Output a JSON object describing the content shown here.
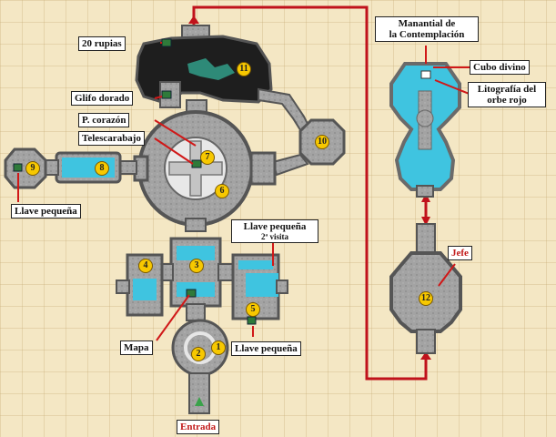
{
  "labels": {
    "rupias": "20 rupias",
    "glifo": "Glifo dorado",
    "corazon": "P. corazón",
    "telescarabajo": "Telescarabajo",
    "llave_izq": "Llave pequeña",
    "llave_der_top": "Llave pequeña",
    "llave_der_sub": "2ª visita",
    "mapa": "Mapa",
    "llave_inf": "Llave pequeña",
    "entrada": "Entrada",
    "manantial_1": "Manantial de",
    "manantial_2": "la Contemplación",
    "cubo": "Cubo divino",
    "litografia_1": "Litografía del",
    "litografia_2": "orbe rojo",
    "jefe": "Jefe"
  },
  "rooms": [
    "1",
    "2",
    "3",
    "4",
    "5",
    "6",
    "7",
    "8",
    "9",
    "10",
    "11",
    "12"
  ],
  "colors": {
    "floor": "#9e9e9e",
    "wall": "#5f5f5f",
    "water": "#3fc4e0",
    "path": "#c0121b",
    "badge": "#f7c800"
  }
}
